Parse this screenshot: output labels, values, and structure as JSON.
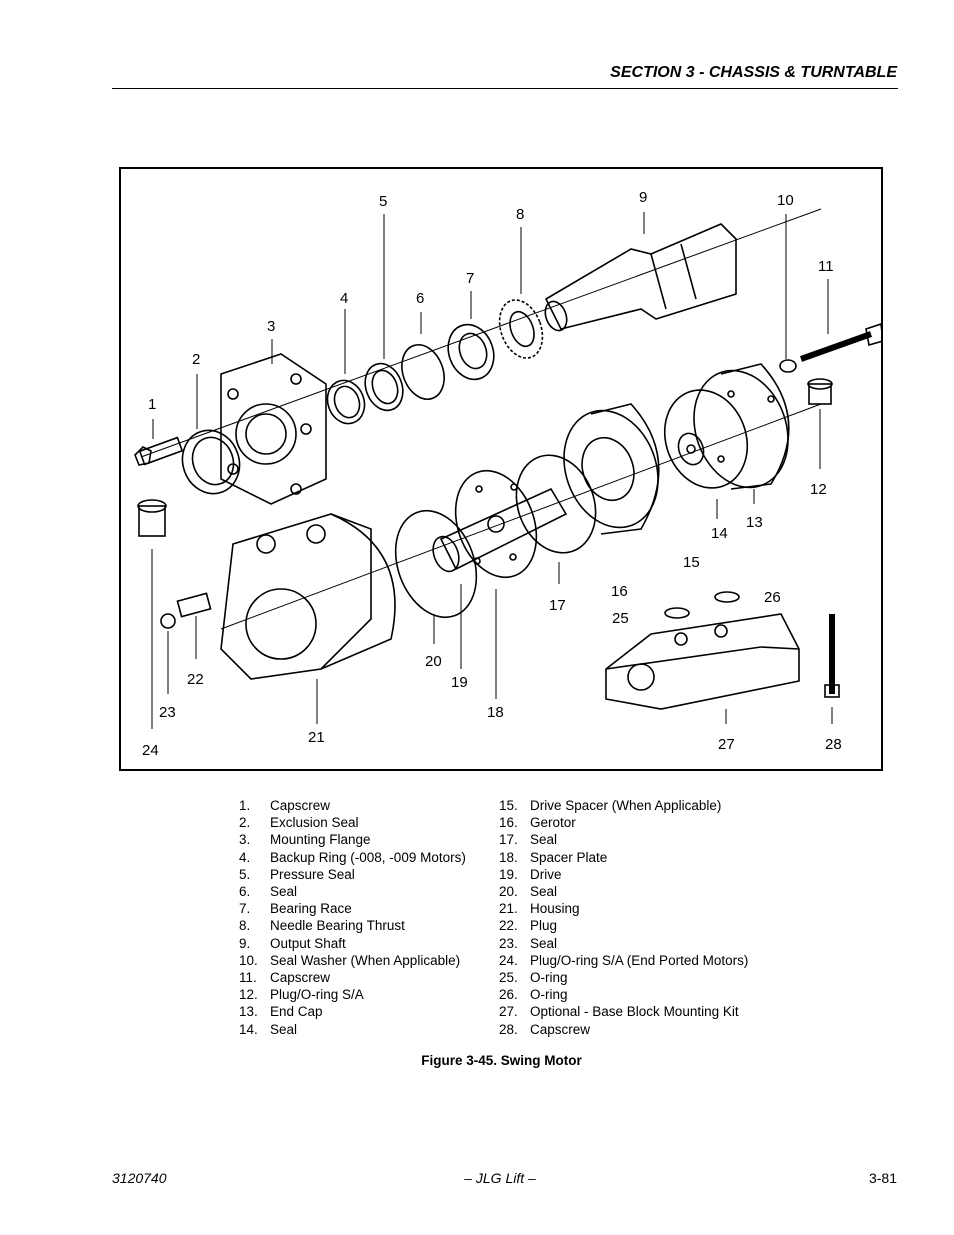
{
  "header": {
    "section_title": "SECTION 3 - CHASSIS & TURNTABLE"
  },
  "figure": {
    "callouts": [
      "1",
      "2",
      "3",
      "4",
      "5",
      "6",
      "7",
      "8",
      "9",
      "10",
      "11",
      "12",
      "13",
      "14",
      "15",
      "16",
      "17",
      "18",
      "19",
      "20",
      "21",
      "22",
      "23",
      "24",
      "25",
      "26",
      "27",
      "28"
    ],
    "caption": "Figure 3-45.  Swing Motor"
  },
  "legend": {
    "left": [
      {
        "num": "1.",
        "label": "Capscrew"
      },
      {
        "num": "2.",
        "label": "Exclusion Seal"
      },
      {
        "num": "3.",
        "label": "Mounting Flange"
      },
      {
        "num": "4.",
        "label": "Backup Ring (-008, -009 Motors)"
      },
      {
        "num": "5.",
        "label": "Pressure Seal"
      },
      {
        "num": "6.",
        "label": "Seal"
      },
      {
        "num": "7.",
        "label": "Bearing Race"
      },
      {
        "num": "8.",
        "label": "Needle Bearing Thrust"
      },
      {
        "num": "9.",
        "label": "Output Shaft"
      },
      {
        "num": "10.",
        "label": "Seal Washer (When Applicable)"
      },
      {
        "num": "11.",
        "label": "Capscrew"
      },
      {
        "num": "12.",
        "label": "Plug/O-ring S/A"
      },
      {
        "num": "13.",
        "label": "End Cap"
      },
      {
        "num": "14.",
        "label": "Seal"
      }
    ],
    "right": [
      {
        "num": "15.",
        "label": "Drive Spacer (When Applicable)"
      },
      {
        "num": "16.",
        "label": "Gerotor"
      },
      {
        "num": "17.",
        "label": "Seal"
      },
      {
        "num": "18.",
        "label": "Spacer Plate"
      },
      {
        "num": "19.",
        "label": "Drive"
      },
      {
        "num": "20.",
        "label": "Seal"
      },
      {
        "num": "21.",
        "label": "Housing"
      },
      {
        "num": "22.",
        "label": "Plug"
      },
      {
        "num": "23.",
        "label": "Seal"
      },
      {
        "num": "24.",
        "label": "Plug/O-ring S/A (End Ported Motors)"
      },
      {
        "num": "25.",
        "label": "O-ring"
      },
      {
        "num": "26.",
        "label": "O-ring"
      },
      {
        "num": "27.",
        "label": "Optional - Base Block Mounting Kit"
      },
      {
        "num": "28.",
        "label": "Capscrew"
      }
    ]
  },
  "footer": {
    "doc_number": "3120740",
    "publisher": "– JLG Lift –",
    "page": "3-81"
  }
}
